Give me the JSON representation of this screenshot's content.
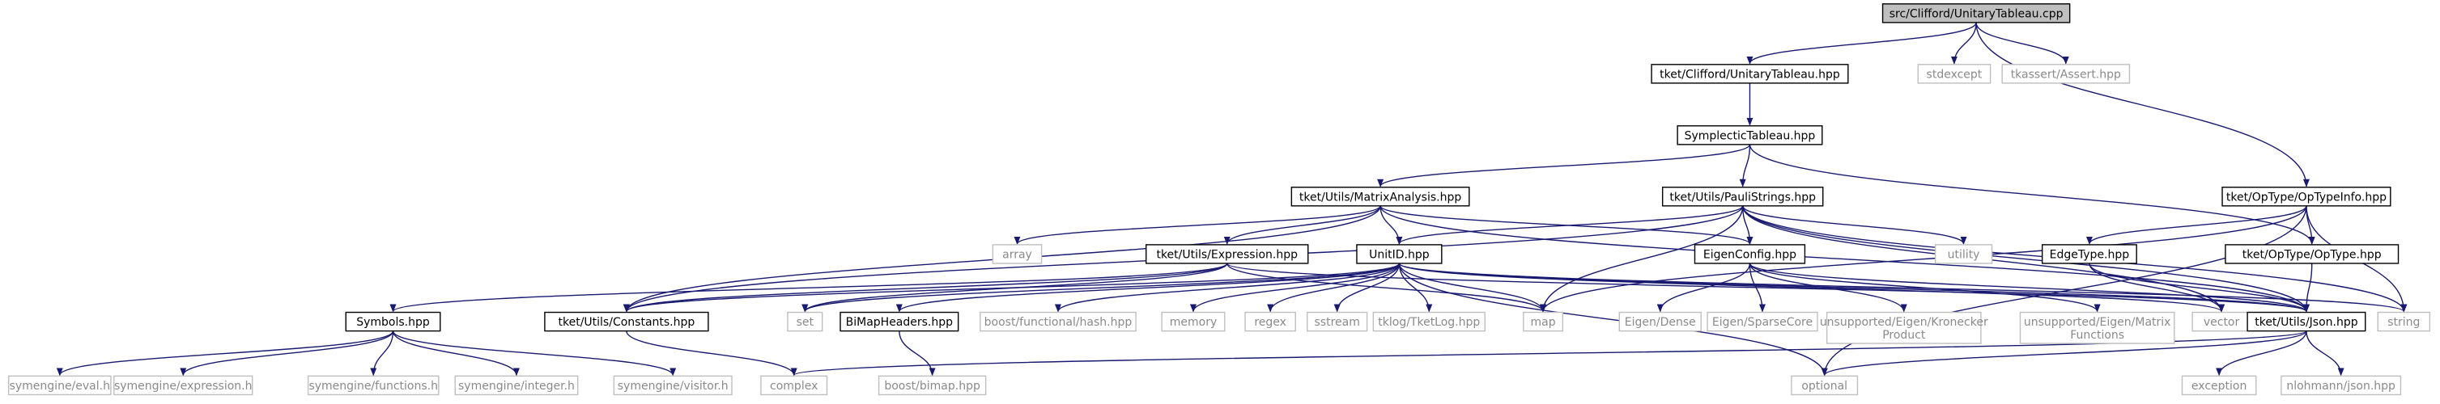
{
  "graph": {
    "nodes": [
      {
        "id": "root",
        "label": "src/Clifford/UnitaryTableau.cpp",
        "kind": "root"
      },
      {
        "id": "ut_hpp",
        "label": "tket/Clifford/UnitaryTableau.hpp",
        "kind": "project"
      },
      {
        "id": "stdexcept",
        "label": "stdexcept",
        "kind": "external"
      },
      {
        "id": "tkassert",
        "label": "tkassert/Assert.hpp",
        "kind": "external"
      },
      {
        "id": "symtab",
        "label": "SymplecticTableau.hpp",
        "kind": "project"
      },
      {
        "id": "optypeinfo",
        "label": "tket/OpType/OpTypeInfo.hpp",
        "kind": "project"
      },
      {
        "id": "matrix",
        "label": "tket/Utils/MatrixAnalysis.hpp",
        "kind": "project"
      },
      {
        "id": "pauli",
        "label": "tket/Utils/PauliStrings.hpp",
        "kind": "project"
      },
      {
        "id": "array",
        "label": "array",
        "kind": "external"
      },
      {
        "id": "expression",
        "label": "tket/Utils/Expression.hpp",
        "kind": "project"
      },
      {
        "id": "unitid",
        "label": "UnitID.hpp",
        "kind": "project"
      },
      {
        "id": "eigenconfig",
        "label": "EigenConfig.hpp",
        "kind": "project"
      },
      {
        "id": "utility",
        "label": "utility",
        "kind": "external"
      },
      {
        "id": "edgetype",
        "label": "EdgeType.hpp",
        "kind": "project"
      },
      {
        "id": "optype",
        "label": "tket/OpType/OpType.hpp",
        "kind": "project"
      },
      {
        "id": "symbols",
        "label": "Symbols.hpp",
        "kind": "project"
      },
      {
        "id": "constants",
        "label": "tket/Utils/Constants.hpp",
        "kind": "project"
      },
      {
        "id": "set",
        "label": "set",
        "kind": "external"
      },
      {
        "id": "bimapheaders",
        "label": "BiMapHeaders.hpp",
        "kind": "project"
      },
      {
        "id": "hash",
        "label": "boost/functional/hash.hpp",
        "kind": "external"
      },
      {
        "id": "memory",
        "label": "memory",
        "kind": "external"
      },
      {
        "id": "regex",
        "label": "regex",
        "kind": "external"
      },
      {
        "id": "sstream",
        "label": "sstream",
        "kind": "external"
      },
      {
        "id": "tketlog",
        "label": "tklog/TketLog.hpp",
        "kind": "external"
      },
      {
        "id": "map",
        "label": "map",
        "kind": "external"
      },
      {
        "id": "eigendense",
        "label": "Eigen/Dense",
        "kind": "external"
      },
      {
        "id": "eigensparse",
        "label": "Eigen/SparseCore",
        "kind": "external"
      },
      {
        "id": "kronecker",
        "label": "unsupported/Eigen/Kronecker\nProduct",
        "kind": "external"
      },
      {
        "id": "matrixfunc",
        "label": "unsupported/Eigen/Matrix\nFunctions",
        "kind": "external"
      },
      {
        "id": "vector",
        "label": "vector",
        "kind": "external"
      },
      {
        "id": "json",
        "label": "tket/Utils/Json.hpp",
        "kind": "project"
      },
      {
        "id": "string",
        "label": "string",
        "kind": "external"
      },
      {
        "id": "evalh",
        "label": "symengine/eval.h",
        "kind": "external"
      },
      {
        "id": "exprh",
        "label": "symengine/expression.h",
        "kind": "external"
      },
      {
        "id": "funch",
        "label": "symengine/functions.h",
        "kind": "external"
      },
      {
        "id": "inth",
        "label": "symengine/integer.h",
        "kind": "external"
      },
      {
        "id": "visith",
        "label": "symengine/visitor.h",
        "kind": "external"
      },
      {
        "id": "complex",
        "label": "complex",
        "kind": "external"
      },
      {
        "id": "bimap",
        "label": "boost/bimap.hpp",
        "kind": "external"
      },
      {
        "id": "optional",
        "label": "optional",
        "kind": "external"
      },
      {
        "id": "exception",
        "label": "exception",
        "kind": "external"
      },
      {
        "id": "nlohmann",
        "label": "nlohmann/json.hpp",
        "kind": "external"
      }
    ],
    "edges": [
      [
        "root",
        "ut_hpp"
      ],
      [
        "root",
        "stdexcept"
      ],
      [
        "root",
        "tkassert"
      ],
      [
        "root",
        "optypeinfo"
      ],
      [
        "ut_hpp",
        "symtab"
      ],
      [
        "symtab",
        "matrix"
      ],
      [
        "symtab",
        "pauli"
      ],
      [
        "symtab",
        "optype"
      ],
      [
        "matrix",
        "array"
      ],
      [
        "matrix",
        "expression"
      ],
      [
        "matrix",
        "unitid"
      ],
      [
        "matrix",
        "eigenconfig"
      ],
      [
        "matrix",
        "constants"
      ],
      [
        "matrix",
        "json"
      ],
      [
        "pauli",
        "unitid"
      ],
      [
        "pauli",
        "eigenconfig"
      ],
      [
        "pauli",
        "utility"
      ],
      [
        "pauli",
        "constants"
      ],
      [
        "pauli",
        "map"
      ],
      [
        "pauli",
        "json"
      ],
      [
        "pauli",
        "vector"
      ],
      [
        "pauli",
        "string"
      ],
      [
        "optypeinfo",
        "edgetype"
      ],
      [
        "optypeinfo",
        "optype"
      ],
      [
        "optypeinfo",
        "map"
      ],
      [
        "optypeinfo",
        "string"
      ],
      [
        "optypeinfo",
        "optional"
      ],
      [
        "expression",
        "symbols"
      ],
      [
        "expression",
        "constants"
      ],
      [
        "expression",
        "set"
      ],
      [
        "expression",
        "map"
      ],
      [
        "expression",
        "json"
      ],
      [
        "unitid",
        "constants"
      ],
      [
        "unitid",
        "set"
      ],
      [
        "unitid",
        "bimapheaders"
      ],
      [
        "unitid",
        "hash"
      ],
      [
        "unitid",
        "memory"
      ],
      [
        "unitid",
        "regex"
      ],
      [
        "unitid",
        "sstream"
      ],
      [
        "unitid",
        "tketlog"
      ],
      [
        "unitid",
        "map"
      ],
      [
        "unitid",
        "vector"
      ],
      [
        "unitid",
        "json"
      ],
      [
        "unitid",
        "string"
      ],
      [
        "unitid",
        "optional"
      ],
      [
        "eigenconfig",
        "eigendense"
      ],
      [
        "eigenconfig",
        "eigensparse"
      ],
      [
        "eigenconfig",
        "kronecker"
      ],
      [
        "eigenconfig",
        "matrixfunc"
      ],
      [
        "eigenconfig",
        "json"
      ],
      [
        "edgetype",
        "vector"
      ],
      [
        "edgetype",
        "json"
      ],
      [
        "optype",
        "json"
      ],
      [
        "symbols",
        "evalh"
      ],
      [
        "symbols",
        "exprh"
      ],
      [
        "symbols",
        "funch"
      ],
      [
        "symbols",
        "inth"
      ],
      [
        "symbols",
        "visith"
      ],
      [
        "constants",
        "complex"
      ],
      [
        "bimapheaders",
        "bimap"
      ],
      [
        "json",
        "complex"
      ],
      [
        "json",
        "optional"
      ],
      [
        "json",
        "exception"
      ],
      [
        "json",
        "nlohmann"
      ]
    ]
  }
}
